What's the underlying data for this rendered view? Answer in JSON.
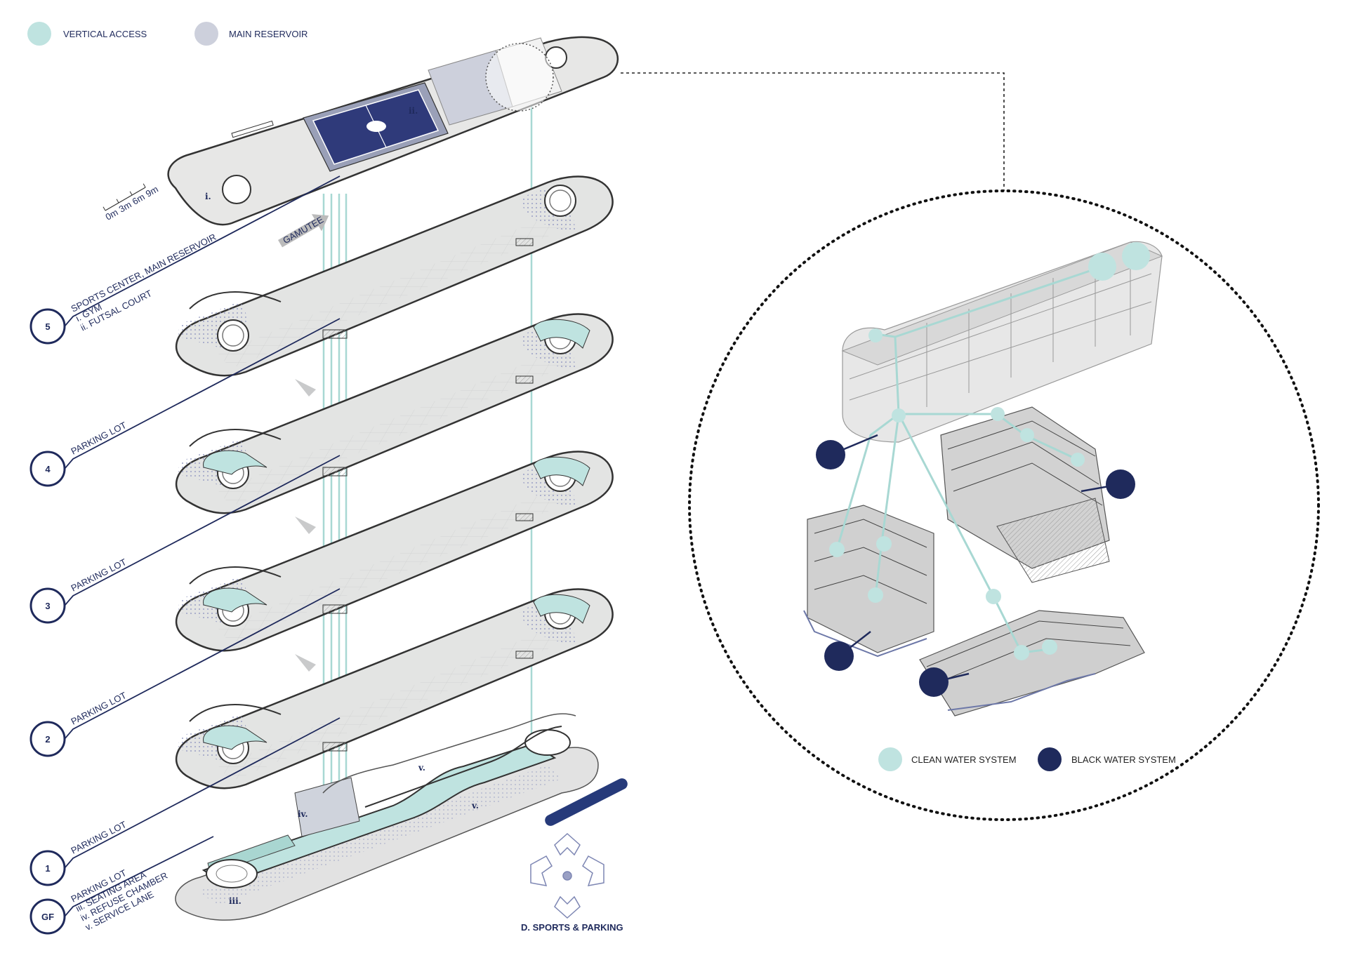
{
  "legend_top": {
    "vertical_access": "VERTICAL ACCESS",
    "main_reservoir": "MAIN RESERVOIR"
  },
  "scale_bar": [
    "0m",
    "3m",
    "6m",
    "9m"
  ],
  "north_label": "GAMUTEE",
  "levels": [
    {
      "number": "5",
      "lines": [
        "SPORTS CENTER, MAIN RESERVOIR",
        "i. GYM",
        "ii. FUTSAL COURT"
      ]
    },
    {
      "number": "4",
      "lines": [
        "PARKING LOT"
      ]
    },
    {
      "number": "3",
      "lines": [
        "PARKING LOT"
      ]
    },
    {
      "number": "2",
      "lines": [
        "PARKING LOT"
      ]
    },
    {
      "number": "1",
      "lines": [
        "PARKING LOT"
      ]
    },
    {
      "number": "GF",
      "lines": [
        "PARKING LOT",
        "iii. SEATING AREA",
        "iv. REFUSE CHAMBER",
        "v. SERVICE LANE"
      ]
    }
  ],
  "plan_tags": {
    "i": "i.",
    "ii": "ii.",
    "iii": "iii.",
    "iv": "iv.",
    "v1": "v.",
    "v2": "v."
  },
  "title": "D. SPORTS & PARKING",
  "legend_bottom": {
    "clean_water": "CLEAN WATER SYSTEM",
    "black_water": "BLACK WATER SYSTEM"
  },
  "colors": {
    "navy": "#1f2a5c",
    "teal": "#bfe3e0",
    "teal_dark": "#8fc9c3",
    "slab": "#e3e4e3",
    "reservoir": "#cdd0dc"
  }
}
